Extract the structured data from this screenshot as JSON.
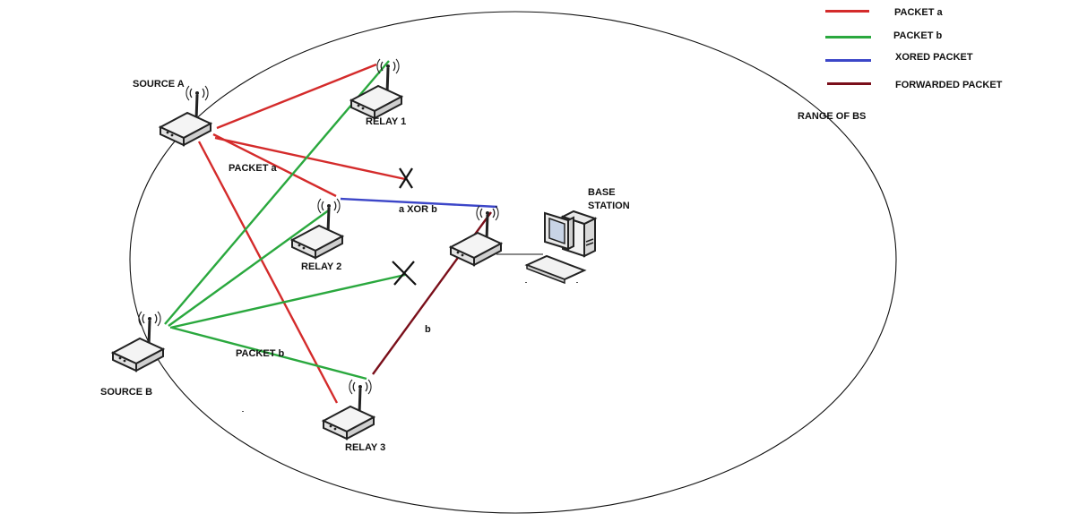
{
  "legend": {
    "items": [
      {
        "label": "PACKET a",
        "color": "#d42b2b"
      },
      {
        "label": "PACKET b",
        "color": "#2aa83e"
      },
      {
        "label": "XORED PACKET",
        "color": "#3c46c8"
      },
      {
        "label": "FORWARDED PACKET",
        "color": "#7a0f1a"
      }
    ]
  },
  "range_label": "RANGE OF BS",
  "nodes": {
    "source_a": "SOURCE A",
    "source_b": "SOURCE B",
    "relay_1": "RELAY 1",
    "relay_2": "RELAY 2",
    "relay_3": "RELAY 3",
    "base_station_line1": "BASE",
    "base_station_line2": "STATION"
  },
  "link_labels": {
    "packet_a": "PACKET a",
    "packet_b": "PACKET b",
    "xor": "a XOR b",
    "forwarded": "b"
  },
  "icons": {
    "router": "wireless-router-icon",
    "computer": "desktop-computer-icon",
    "failed_link": "x-mark-icon"
  }
}
